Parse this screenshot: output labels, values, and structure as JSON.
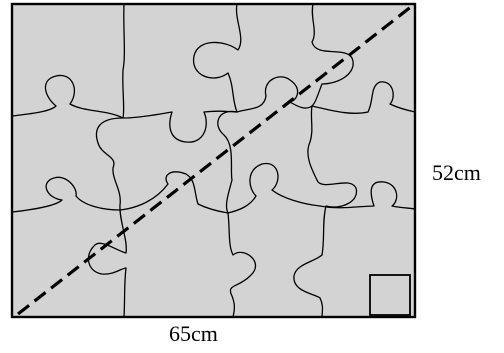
{
  "labels": {
    "width": "65cm",
    "height": "52cm"
  },
  "colors": {
    "puzzle_fill": "#d3d3d3",
    "outline": "#000000",
    "background": "#ffffff"
  },
  "diagram": {
    "diagonal_style": "dashed",
    "corner_square": "bottom-right"
  }
}
